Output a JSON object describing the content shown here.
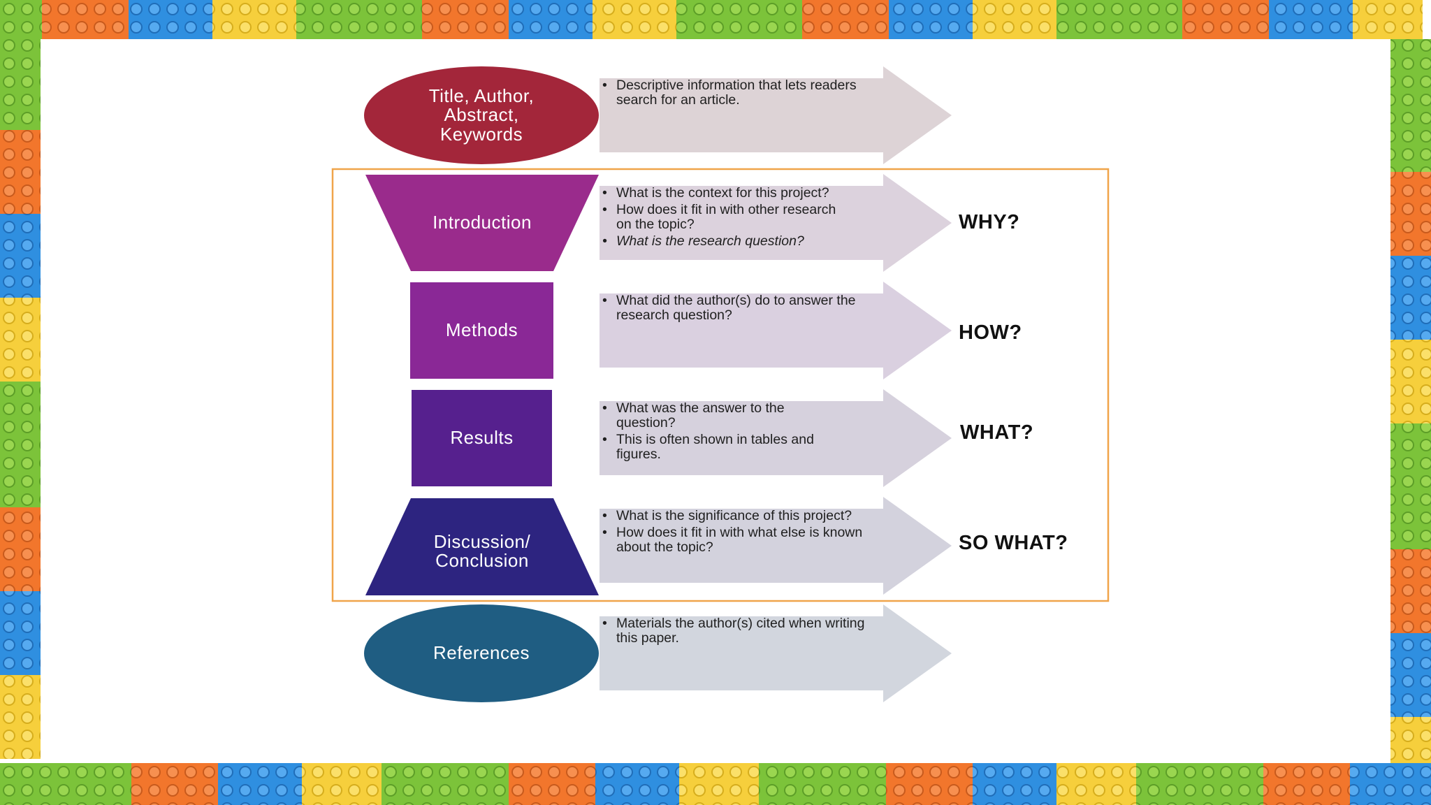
{
  "colors": {
    "lego_green": "#7cc33a",
    "lego_orange": "#f2762c",
    "lego_blue": "#2f8fe0",
    "lego_yellow": "#f6cf3c",
    "title_oval": "#a3263a",
    "introduction": "#9a2b8c",
    "methods": "#8a2896",
    "results": "#56208e",
    "discussion": "#2d2480",
    "references": "#1f5d82",
    "bracket_border": "#f0a44a",
    "arrow_fill": "#dcd1dc"
  },
  "diagram": {
    "sections": [
      {
        "label": "Title, Author,\nAbstract,\nKeywords",
        "bullets": [
          "Descriptive information that lets readers search for an article."
        ]
      },
      {
        "label": "Introduction",
        "bullets": [
          "What is the context for this project?",
          "How does it fit in with other research on the topic?",
          "What is the research question?"
        ],
        "question": "WHY?"
      },
      {
        "label": "Methods",
        "bullets": [
          "What did the author(s) do to answer the research question?"
        ],
        "question": "HOW?"
      },
      {
        "label": "Results",
        "bullets": [
          "What was the answer to the question?",
          "This is often shown in tables and figures."
        ],
        "question": "WHAT?"
      },
      {
        "label": "Discussion/\nConclusion",
        "bullets": [
          "What is the significance of this project?",
          "How does it fit in with what else is known about the topic?"
        ],
        "question": "SO WHAT?"
      },
      {
        "label": "References",
        "bullets": [
          "Materials the author(s) cited when writing this paper."
        ]
      }
    ]
  }
}
